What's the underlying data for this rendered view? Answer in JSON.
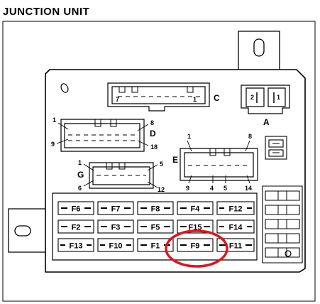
{
  "title": "JUNCTION UNIT",
  "connectors": {
    "A": {
      "label": "A",
      "pins": [
        "2",
        "1"
      ]
    },
    "C": {
      "label": "C",
      "pins": [
        "7",
        "1"
      ]
    },
    "D": {
      "label": "D",
      "pins": [
        "1",
        "8",
        "9",
        "18"
      ]
    },
    "E": {
      "label": "E",
      "pins": [
        "1",
        "8",
        "9",
        "4",
        "5",
        "14"
      ]
    },
    "G": {
      "label": "G",
      "pins": [
        "1",
        "5",
        "6",
        "12"
      ]
    }
  },
  "fuse_rows": [
    [
      "F6",
      "F7",
      "F8",
      "F4",
      "F12"
    ],
    [
      "F2",
      "F3",
      "F5",
      "F15",
      "F14"
    ],
    [
      "F13",
      "F10",
      "F1",
      "F9",
      "F11"
    ]
  ],
  "highlighted_fuse": "F9",
  "colors": {
    "line": "#000000",
    "highlight": "#e0141e",
    "background": "#ffffff"
  }
}
